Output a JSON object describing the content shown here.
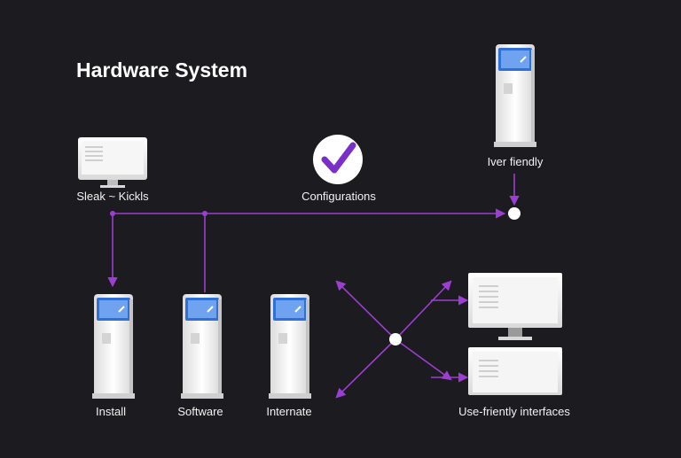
{
  "title": "Hardware System",
  "labels": {
    "monitor_top": "Sleak ~ Kickls",
    "configurations": "Configurations",
    "kiosk_top": "Iver fiendly",
    "install": "Install",
    "software": "Software",
    "internate": "Internate",
    "interfaces": "Use-friently interfaces"
  },
  "icons": {
    "check": "check-circle-icon",
    "kiosk": "kiosk-icon",
    "monitor": "monitor-icon",
    "hub": "node-icon"
  },
  "colors": {
    "background": "#1c1b1f",
    "connector": "#9b3fd1",
    "device_body": "#eeeeee",
    "screen": "#2f6fd6",
    "check": "#7b2fc9"
  }
}
